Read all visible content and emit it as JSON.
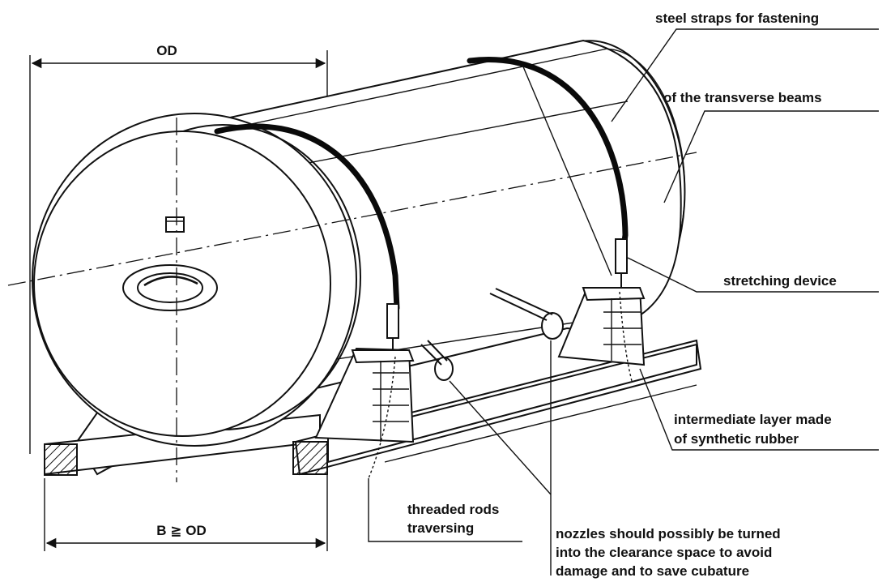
{
  "diagram": {
    "labels": {
      "od": "OD",
      "b_od": "B ≧ OD",
      "steel_straps_1": "steel straps for fastening",
      "steel_straps_2": "of the transverse beams",
      "stretching_device": "stretching device",
      "intermediate_1": "intermediate layer made",
      "intermediate_2": "of synthetic rubber",
      "threaded_1": "threaded rods",
      "threaded_2": "traversing",
      "nozzles_1": "nozzles should possibly be turned",
      "nozzles_2": "into the clearance space to avoid",
      "nozzles_3": "damage and to save cubature"
    }
  }
}
